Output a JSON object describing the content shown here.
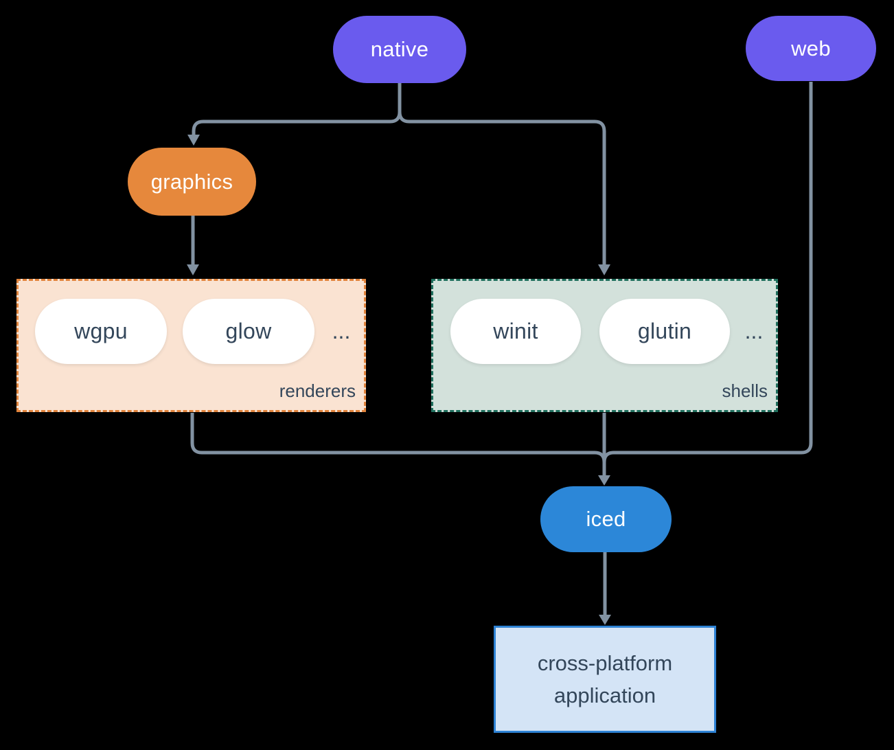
{
  "colors": {
    "background": "#000000",
    "native_web_pill": "#6A5BEE",
    "graphics_pill": "#E6883C",
    "iced_pill": "#2C87D8",
    "connector_line": "#8292A2",
    "renderers_box_bg": "#FAE3D2",
    "renderers_box_border": "#E2843C",
    "shells_box_bg": "#D3E1DB",
    "shells_box_border": "#20705E",
    "app_box_bg": "#D4E4F6",
    "app_box_border": "#2E82D4",
    "dark_text": "#33465A",
    "pill_text": "#FFFFFF"
  },
  "nodes": {
    "native": "native",
    "web": "web",
    "graphics": "graphics",
    "iced": "iced"
  },
  "groups": {
    "renderers": {
      "label": "renderers",
      "items": [
        "wgpu",
        "glow"
      ],
      "ellipsis": "..."
    },
    "shells": {
      "label": "shells",
      "items": [
        "winit",
        "glutin"
      ],
      "ellipsis": "..."
    }
  },
  "app": {
    "line1": "cross-platform",
    "line2": "application"
  }
}
